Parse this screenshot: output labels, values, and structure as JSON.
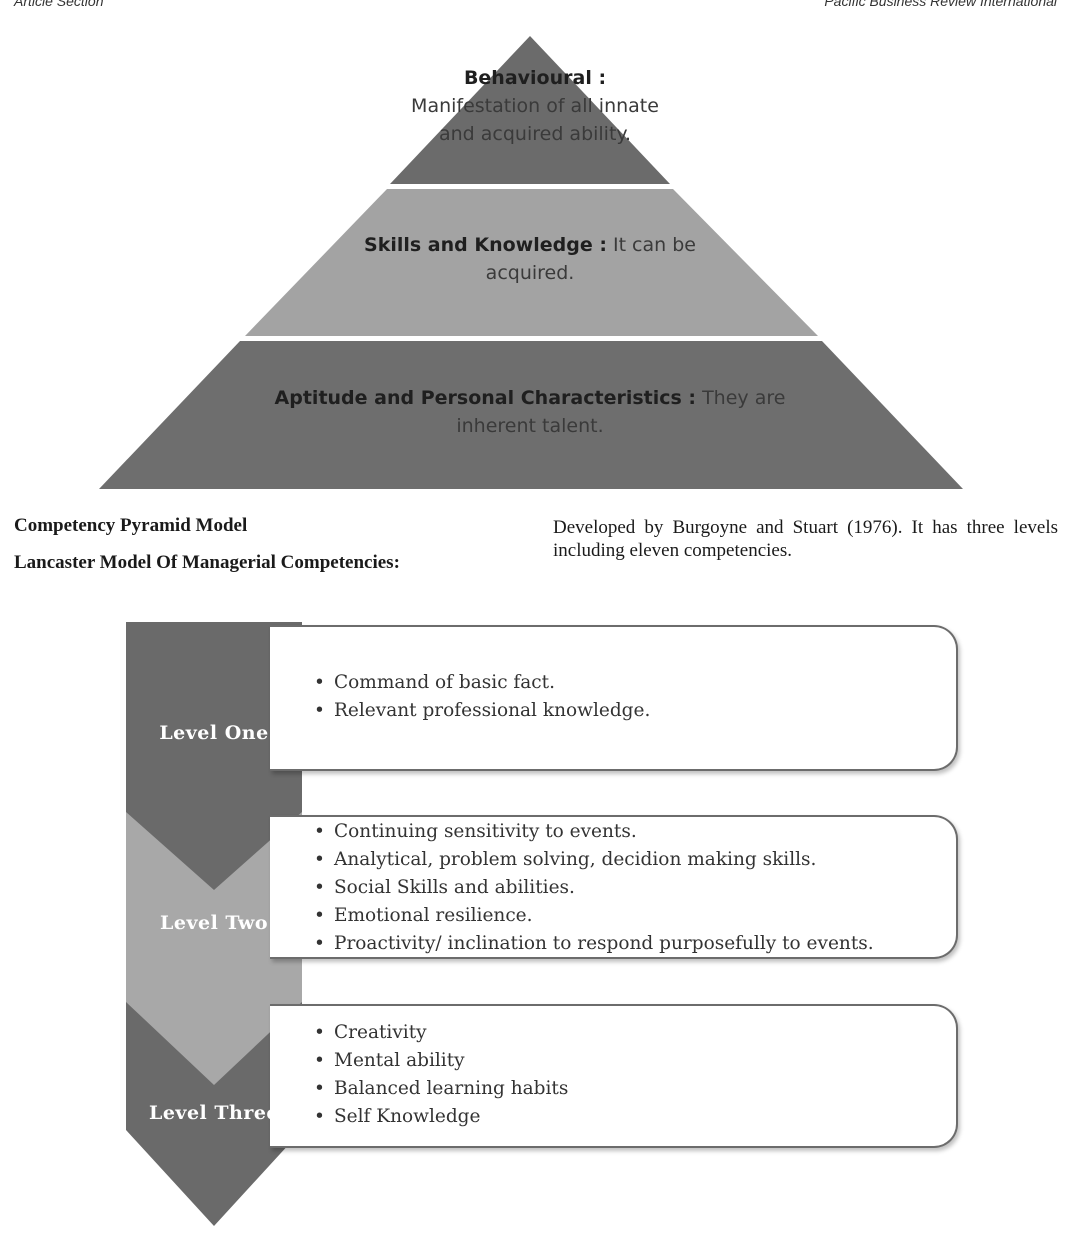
{
  "header": {
    "left": "Article Section",
    "right": "Pacific Business Review International"
  },
  "pyramid": {
    "tiers": [
      {
        "heading": "Behavioural :",
        "text": "Manifestation of all innate and acquired ability.",
        "color": "#6b6b6b"
      },
      {
        "heading": "Skills and Knowledge :",
        "text": "It can be acquired.",
        "color": "#a3a3a3"
      },
      {
        "heading": "Aptitude and Personal Characteristics :",
        "text": "They are inherent talent.",
        "color": "#6e6e6e"
      }
    ]
  },
  "captions": {
    "figure_title": "Competency Pyramid Model",
    "section_title": "Lancaster Model Of Managerial Competencies:",
    "paragraph": "Developed by Burgoyne and Stuart (1976). It has three levels including eleven competencies."
  },
  "levels": [
    {
      "label": "Level One",
      "color": "#6a6a6a",
      "items": [
        "Command of basic fact.",
        "Relevant professional knowledge."
      ]
    },
    {
      "label": "Level Two",
      "color": "#a8a8a8",
      "items": [
        "Continuing sensitivity to events.",
        "Analytical, problem solving, decidion making skills.",
        "Social Skills and abilities.",
        "Emotional resilience.",
        "Proactivity/ inclination to respond purposefully to events."
      ]
    },
    {
      "label": "Level Three",
      "color": "#6a6a6a",
      "items": [
        "Creativity",
        "Mental ability",
        "Balanced learning habits",
        "Self Knowledge"
      ]
    }
  ]
}
